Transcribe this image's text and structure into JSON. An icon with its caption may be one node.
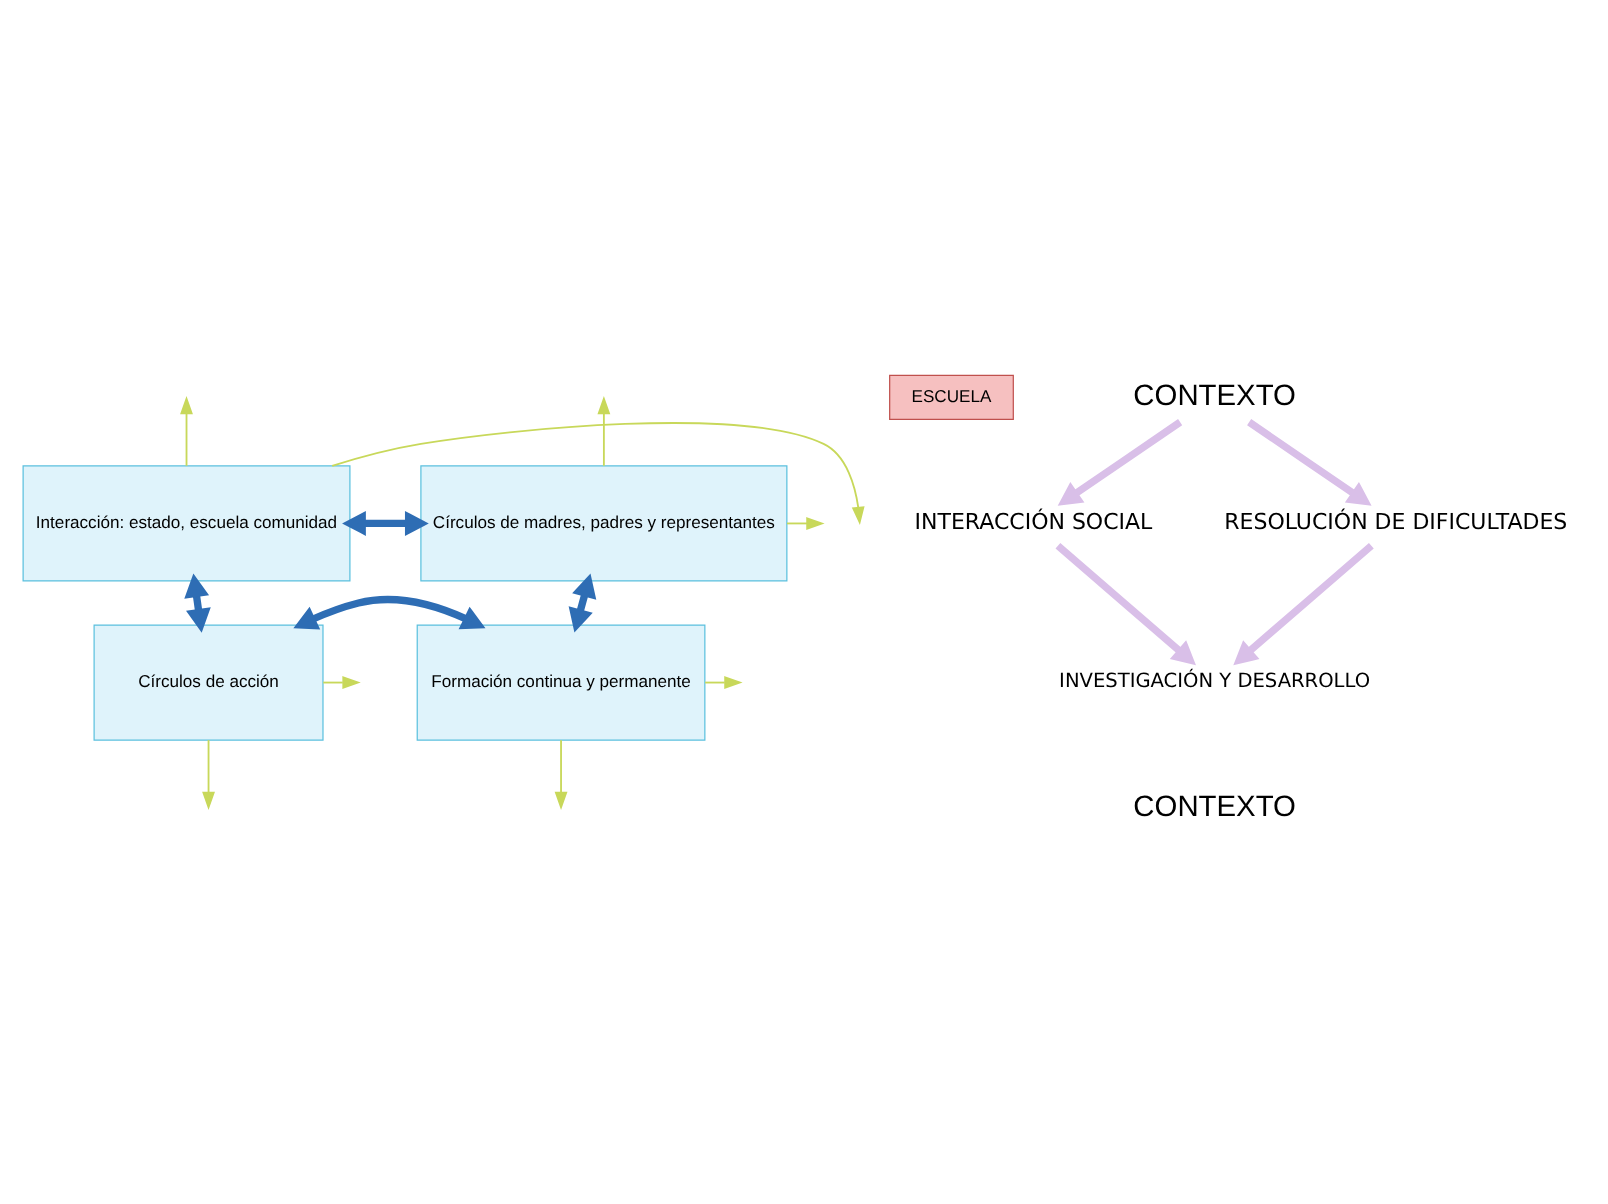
{
  "diagram": {
    "nodes": [
      {
        "text": [
          "Interacción: estado, escuela comunidad"
        ]
      },
      {
        "text": [
          "Círculos de madres, padres y representantes"
        ]
      },
      {
        "text": [
          "Círculos de acción"
        ]
      },
      {
        "text": [
          "Formación continua y permanente"
        ]
      },
      {
        "text": [
          "ESCUELA"
        ]
      },
      {
        "text": [
          "CONTEXTO"
        ]
      },
      {
        "text": [
          "INTERACCIÓN SOCIAL"
        ]
      },
      {
        "text": [
          "RESOLUCIÓN DE DIFICULTADES"
        ]
      },
      {
        "text": [
          "INVESTIGACIÓN Y DESARROLLO"
        ]
      }
    ],
    "edges": [
      {
        "from": 0,
        "to": 1,
        "arrow": "both",
        "style": "thick",
        "color": "#2e6db4"
      },
      {
        "from": 0,
        "to": 2,
        "arrow": "both",
        "style": "thick",
        "color": "#2e6db4"
      },
      {
        "from": 1,
        "to": 3,
        "arrow": "both",
        "style": "thick",
        "color": "#2e6db4"
      },
      {
        "from": 2,
        "to": 3,
        "arrow": "both",
        "style": "thick",
        "color": "#2e6db4"
      },
      {
        "from": 0,
        "to": null,
        "arrow": "to"
      },
      {
        "from": 0,
        "to": null,
        "arrow": "to"
      },
      {
        "from": 1,
        "to": null,
        "arrow": "to"
      },
      {
        "from": 1,
        "to": null,
        "arrow": "to"
      },
      {
        "from": 2,
        "to": null,
        "arrow": "to"
      },
      {
        "from": 2,
        "to": null,
        "arrow": "to"
      },
      {
        "from": 3,
        "to": null,
        "arrow": "to"
      },
      {
        "from": 3,
        "to": null,
        "arrow": "to"
      },
      {
        "from": 5,
        "to": 6,
        "arrow": "to",
        "style": "thick",
        "color": "#d9bfe8"
      },
      {
        "from": 5,
        "to": 7,
        "arrow": "to",
        "style": "thick",
        "color": "#d9bfe8"
      },
      {
        "from": 6,
        "to": 8,
        "arrow": "to",
        "style": "thick",
        "color": "#d9bfe8"
      },
      {
        "from": 7,
        "to": 8,
        "arrow": "to",
        "style": "thick",
        "color": "#d9bfe8"
      }
    ],
    "labels": [
      "CONTEXTO"
    ]
  }
}
